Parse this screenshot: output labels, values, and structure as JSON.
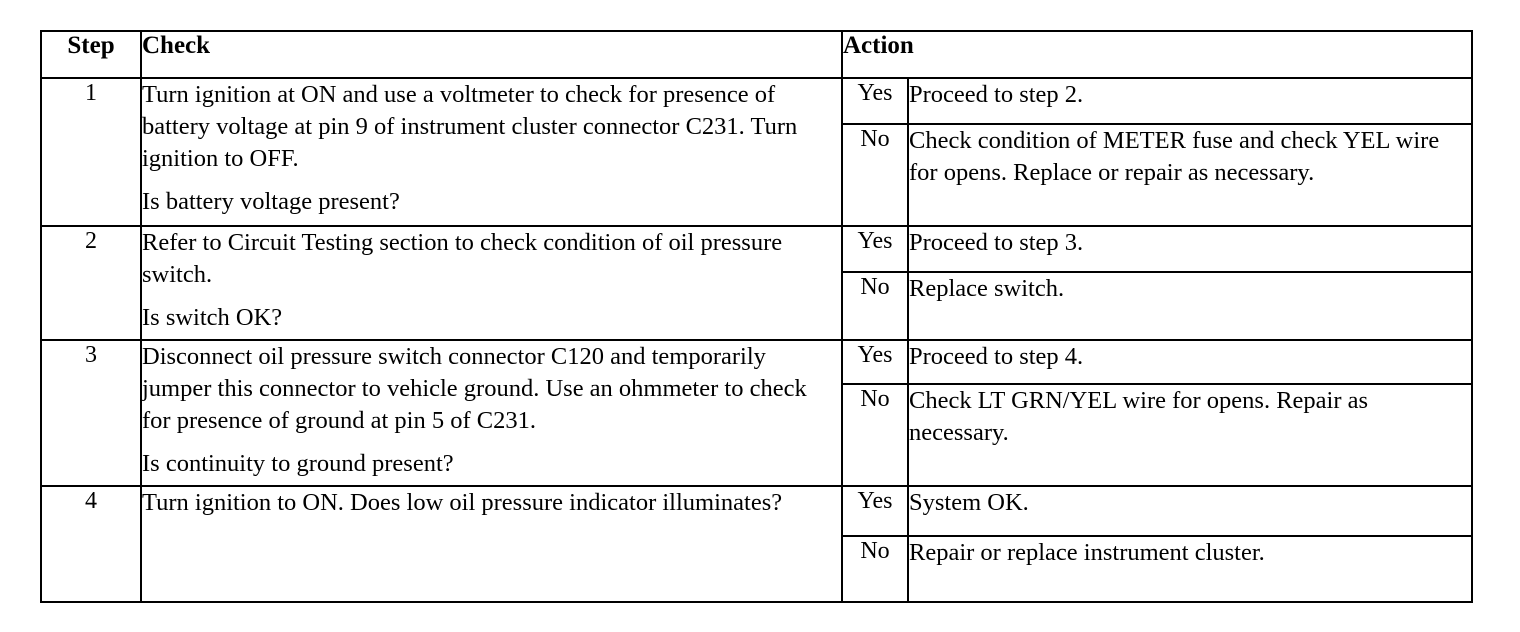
{
  "table": {
    "headers": {
      "step": "Step",
      "check": "Check",
      "action": "Action"
    },
    "rows": [
      {
        "step": "1",
        "check_lines": [
          "Turn ignition at ON and use a voltmeter to check for presence of battery voltage at pin 9 of instrument cluster connector C231.  Turn ignition to OFF.",
          "Is battery voltage present?"
        ],
        "actions": [
          {
            "answer": "Yes",
            "text": "Proceed to step 2."
          },
          {
            "answer": "No",
            "text": "Check condition of METER fuse and check YEL wire for opens.  Replace or repair as necessary."
          }
        ]
      },
      {
        "step": "2",
        "check_lines": [
          "Refer to Circuit Testing section to check condition of oil pressure switch.",
          "Is switch OK?"
        ],
        "actions": [
          {
            "answer": "Yes",
            "text": "Proceed to step 3."
          },
          {
            "answer": "No",
            "text": "Replace switch."
          }
        ]
      },
      {
        "step": "3",
        "check_lines": [
          "Disconnect oil pressure switch connector C120 and temporarily jumper this connector to vehicle ground. Use an ohmmeter to check for presence of ground at pin 5 of C231.",
          "Is continuity to ground present?"
        ],
        "actions": [
          {
            "answer": "Yes",
            "text": "Proceed to step 4."
          },
          {
            "answer": "No",
            "text": "Check LT GRN/YEL wire for opens. Repair as necessary."
          }
        ]
      },
      {
        "step": "4",
        "check_lines": [
          "Turn ignition to ON. Does low oil pressure indicator illuminates?"
        ],
        "actions": [
          {
            "answer": "Yes",
            "text": "System OK."
          },
          {
            "answer": "No",
            "text": "Repair or replace instrument cluster."
          }
        ]
      }
    ]
  },
  "colors": {
    "border": "#000000",
    "text": "#000000",
    "background": "#ffffff"
  }
}
